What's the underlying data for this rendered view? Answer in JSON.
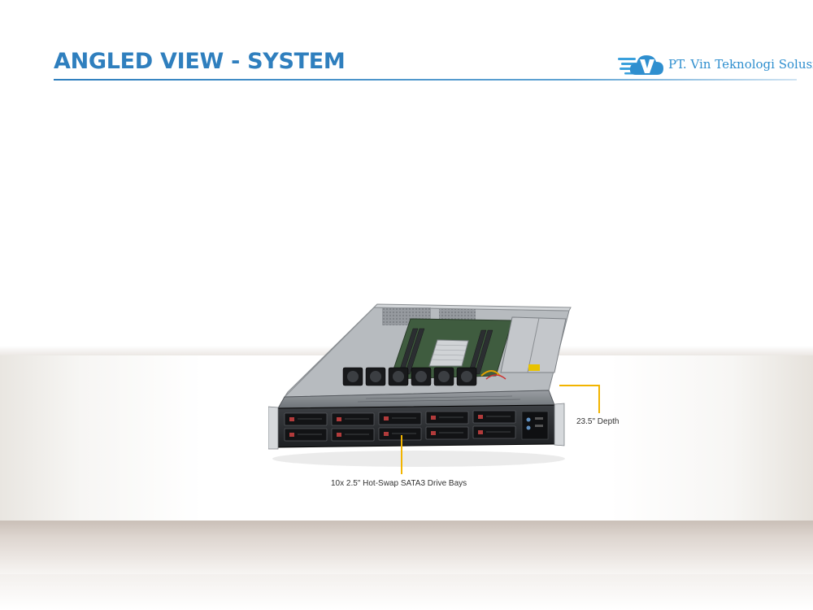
{
  "slide": {
    "title": "ANGLED VIEW - SYSTEM",
    "company_name": "PT. Vin Teknologi Solusi",
    "logo_icon": "cloud-v-logo-icon"
  },
  "callouts": {
    "depth": "23.5\" Depth",
    "drive_bays": "10x 2.5\" Hot-Swap SATA3 Drive Bays"
  },
  "colors": {
    "title": "#2f7fbe",
    "logo": "#2f8fcf",
    "callout_line": "#f2b400"
  }
}
